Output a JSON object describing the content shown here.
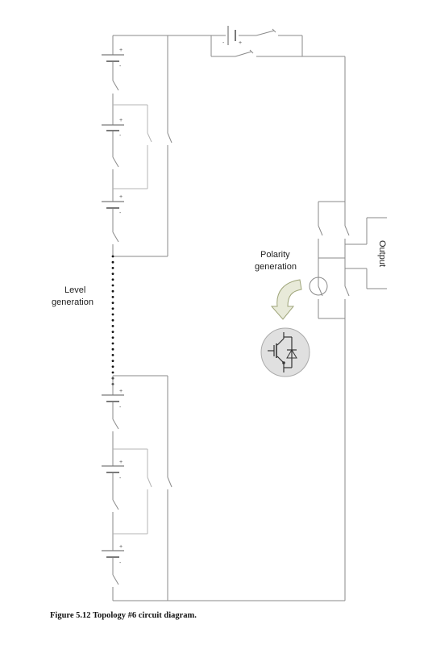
{
  "labels": {
    "level": [
      "Level",
      "generation"
    ],
    "polarity": [
      "Polarity",
      "generation"
    ],
    "output": "Output"
  },
  "symbols": {
    "plus": "+",
    "minus": "-"
  },
  "caption": "Figure 5.12  Topology #6 circuit diagram.",
  "colors": {
    "wire": "#8a8a8a",
    "dots": "#111111",
    "arrow_fill": "#e8ead9",
    "arrow_stroke": "#9fa57a",
    "inset_bg": "#e0e0e0"
  }
}
